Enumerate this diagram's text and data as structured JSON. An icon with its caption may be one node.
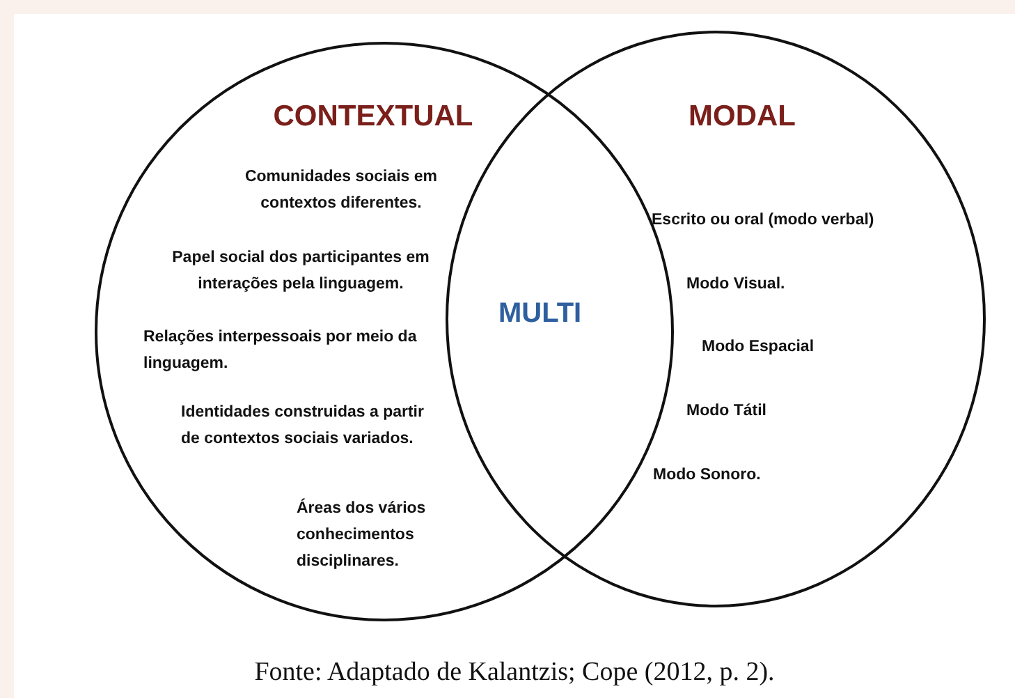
{
  "diagram": {
    "caption": "Fonte: Adaptado de Kalantzis; Cope (2012, p. 2).",
    "nodes": [
      {
        "text": [
          "CONTEXTUAL",
          "Comunidades sociais em contextos diferentes.",
          "Papel social dos participantes em interações pela linguagem.",
          "Relações interpessoais por meio da linguagem.",
          "Identidades construidas a partir de contextos sociais variados.",
          "Áreas dos vários conhecimentos disciplinares."
        ]
      },
      {
        "text": [
          "MODAL",
          "Escrito ou oral (modo verbal)",
          "Modo Visual.",
          "Modo Espacial",
          "Modo Tátil",
          "Modo Sonoro."
        ]
      }
    ],
    "labels": [
      "MULTI"
    ]
  }
}
